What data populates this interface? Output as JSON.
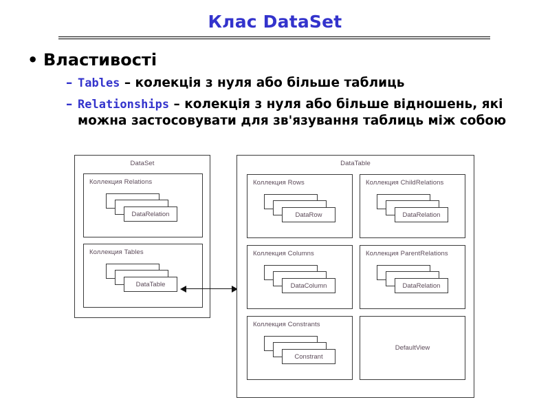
{
  "slide": {
    "title": "Клас DataSet"
  },
  "bullets": {
    "level1": "Властивості",
    "level1_marker": "•",
    "items": [
      {
        "marker": "–",
        "term": "Tables",
        "text": " – колекція з нуля або більше таблиць"
      },
      {
        "marker": "–",
        "term": "Relationships",
        "text": " – колекція з нуля або більше відношень, які можна застосовувати для зв'язування таблиць між собою"
      }
    ]
  },
  "diagram": {
    "dataset_panel": {
      "title": "DataSet",
      "collections": [
        {
          "label": "Коллекция Relations",
          "item": "DataRelation"
        },
        {
          "label": "Коллекция Tables",
          "item": "DataTable"
        }
      ]
    },
    "datatable_panel": {
      "title": "DataTable",
      "collections": [
        {
          "label": "Коллекция Rows",
          "item": "DataRow"
        },
        {
          "label": "Коллекция ChildRelations",
          "item": "DataRelation"
        },
        {
          "label": "Коллекция Columns",
          "item": "DataColumn"
        },
        {
          "label": "Коллекция ParentRelations",
          "item": "DataRelation"
        },
        {
          "label": "Коллекция Constrants",
          "item": "Constrant"
        }
      ],
      "default_view": "DefaultView"
    },
    "arrow": "double-headed-association"
  },
  "colors": {
    "title": "#3333CC",
    "term": "#3333CC",
    "body_text": "#000000",
    "diagram_label": "#5B4A58",
    "diagram_border": "#3A3A3A",
    "background": "#FFFFFF"
  }
}
